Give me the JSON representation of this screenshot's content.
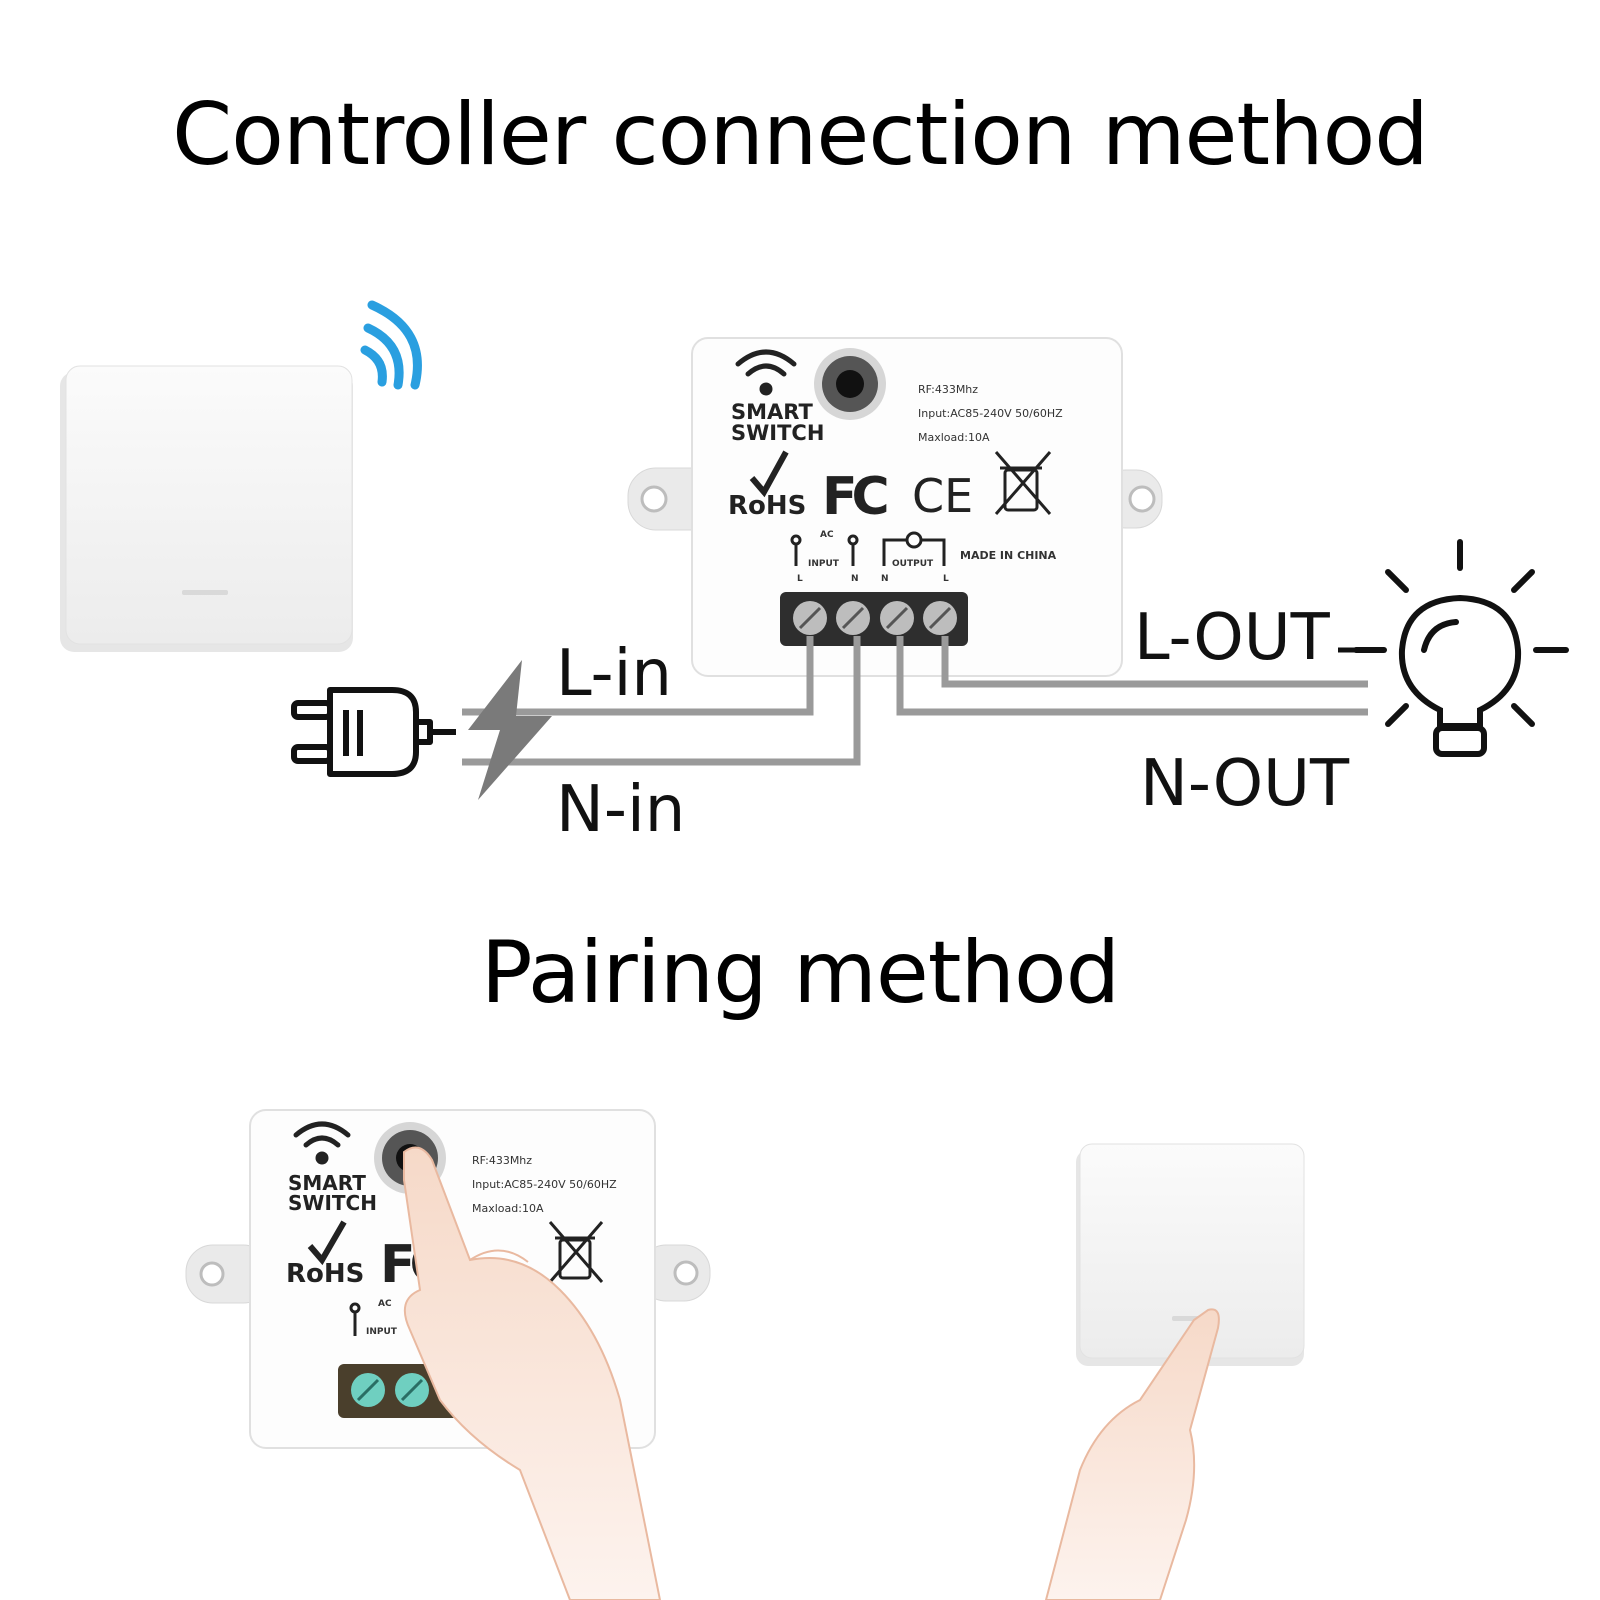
{
  "titles": {
    "connection": "Controller connection method",
    "pairing": "Pairing method"
  },
  "wires": {
    "l_in": "L-in",
    "n_in": "N-in",
    "l_out": "L-OUT",
    "n_out": "N-OUT"
  },
  "device": {
    "brand_line1": "SMART",
    "brand_line2": "SWITCH",
    "rf": "RF:433Mhz",
    "input": "Input:AC85-240V 50/60HZ",
    "maxload": "Maxload:10A",
    "rohs": "RoHS",
    "fc": "FC",
    "ce": "CE",
    "ac": "AC",
    "input_label": "INPUT",
    "output_label": "OUTPUT",
    "made_in": "MADE IN CHINA",
    "terminal_l1": "L",
    "terminal_n1": "N",
    "terminal_n2": "N",
    "terminal_l2": "L"
  },
  "icons": [
    "wifi-icon",
    "signal-waves-icon",
    "plug-icon",
    "lightning-icon",
    "light-bulb-icon",
    "weee-bin-icon",
    "checkmark-icon"
  ],
  "colors": {
    "wire": "#9a9a9a",
    "signal": "#2a9fe0",
    "terminal_dark": "#2e2e2e",
    "terminal_teal": "#6fcfc0",
    "skin": "#f3d2c0"
  }
}
